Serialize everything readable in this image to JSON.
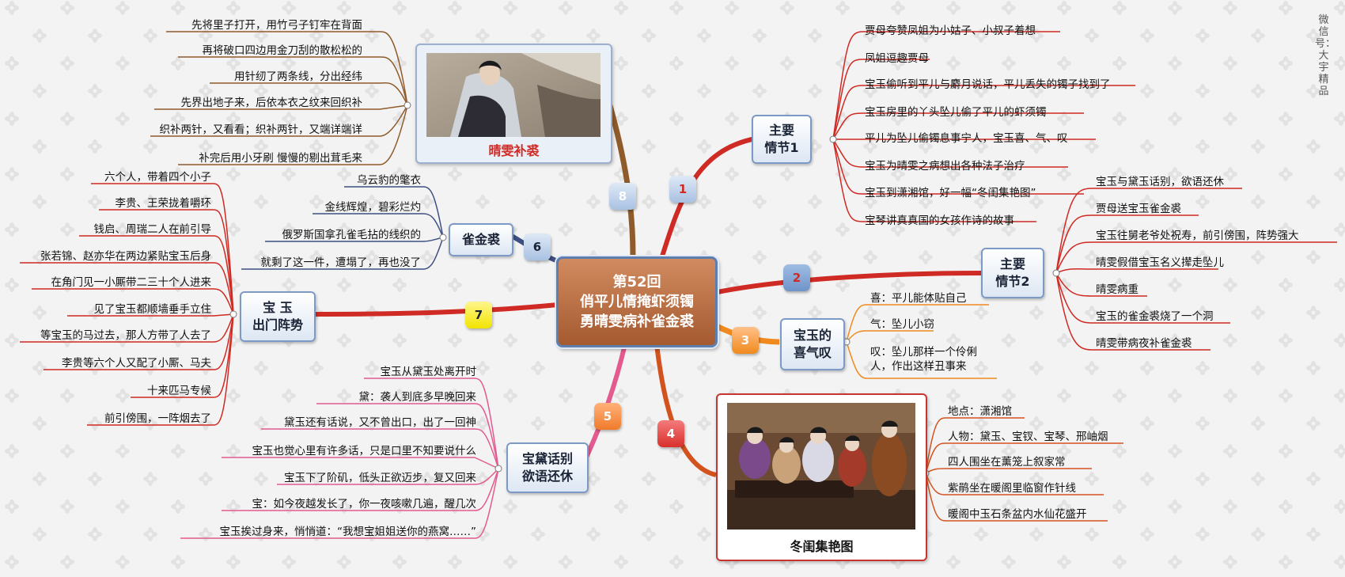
{
  "center": {
    "line1": "第52回",
    "line2": "俏平儿情掩虾须镯",
    "line3": "勇晴雯病补雀金裘"
  },
  "watermark": "微信号：大宇精品",
  "colors": {
    "branch1": "#cf2a23",
    "branch2": "#cf2a23",
    "branch3": "#f08a1e",
    "branch4": "#d3531f",
    "branch5": "#e35a8f",
    "branch6": "#3e4f82",
    "branch7": "#cf2a23",
    "branch8": "#8f5b2a"
  },
  "branches": [
    {
      "num": "1",
      "title1": "主要",
      "title2": "情节1",
      "items": [
        "贾母夸赞凤姐为小姑子、小叔子着想",
        "凤姐逗趣贾母",
        "宝玉偷听到平儿与麝月说话，平儿丢失的镯子找到了",
        "宝玉房里的丫头坠儿偷了平儿的虾须镯",
        "平儿为坠儿偷镯息事宁人，宝玉喜、气、叹",
        "宝玉为晴雯之病想出各种法子治疗",
        "宝玉到潇湘馆，好一幅“冬闺集艳图”",
        "宝琴讲真真国的女孩作诗的故事"
      ]
    },
    {
      "num": "2",
      "title1": "主要",
      "title2": "情节2",
      "items": [
        "宝玉与黛玉话别，欲语还休",
        "贾母送宝玉雀金裘",
        "宝玉往舅老爷处祝寿，前引傍围，阵势强大",
        "晴雯假借宝玉名义撵走坠儿",
        "晴雯病重",
        "宝玉的雀金裘烧了一个洞",
        "晴雯带病夜补雀金裘"
      ]
    },
    {
      "num": "3",
      "title1": "宝玉的",
      "title2": "喜气叹",
      "items": [
        "喜：平儿能体贴自己",
        "气：坠儿小窃",
        "叹：坠儿那样一个伶俐人，作出这样丑事来"
      ]
    },
    {
      "num": "4",
      "caption": "冬闺集艳图",
      "items": [
        "地点：潇湘馆",
        "人物：黛玉、宝钗、宝琴、邢岫烟",
        "四人围坐在薰笼上叙家常",
        "紫鹃坐在暖阁里临窗作针线",
        "暖阁中玉石条盆内水仙花盛开"
      ]
    },
    {
      "num": "5",
      "title1": "宝黛话别",
      "title2": "欲语还休",
      "items": [
        "宝玉从黛玉处离开时",
        "黛：袭人到底多早晚回来",
        "黛玉还有话说，又不曾出口，出了一回神",
        "宝玉也觉心里有许多话，只是口里不知要说什么",
        "宝玉下了阶矶，低头正欲迈步，复又回来",
        "宝：如今夜越发长了，你一夜咳嗽几遍，醒几次",
        "宝玉挨过身来，悄悄道：“我想宝姐姐送你的燕窝……”"
      ]
    },
    {
      "num": "6",
      "title1": "雀金裘",
      "items": [
        "乌云豹的氅衣",
        "金线辉煌，碧彩烂灼",
        "俄罗斯国拿孔雀毛拈的线织的",
        "就剩了这一件，遭塌了，再也没了"
      ]
    },
    {
      "num": "7",
      "title1": "宝  玉",
      "title2": "出门阵势",
      "items": [
        "六个人，带着四个小子",
        "李贵、王荣拢着嚼环",
        "钱启、周瑞二人在前引导",
        "张若锦、赵亦华在两边紧贴宝玉后身",
        "在角门见一小厮带二三十个人进来",
        "见了宝玉都顺墙垂手立住",
        "等宝玉的马过去，那人方带了人去了",
        "李贵等六个人又配了小厮、马夫",
        "十来匹马专候",
        "前引傍围，一阵烟去了"
      ]
    },
    {
      "num": "8",
      "caption": "晴雯补裘",
      "items": [
        "先将里子打开，用竹弓子钉牢在背面",
        "再将破口四边用金刀刮的散松松的",
        "用针纫了两条线，分出经纬",
        "先界出地子来，后依本衣之纹来回织补",
        "织补两针，又看看；织补两针，又端详端详",
        "补完后用小牙刷 慢慢的剔出茸毛来"
      ]
    }
  ]
}
